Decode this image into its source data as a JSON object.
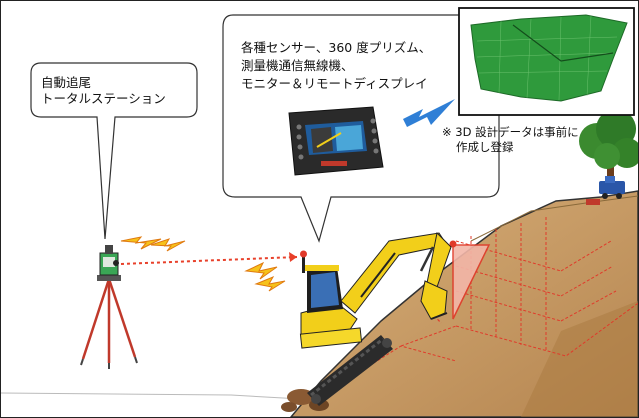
{
  "station": {
    "label_line1": "自動追尾",
    "label_line2": "トータルステーション"
  },
  "equipment": {
    "line1": "各種センサー、360 度プリズム、",
    "line2": "測量機通信無線機、",
    "line3": "モニター＆リモートディスプレイ"
  },
  "design_data": {
    "note_line1": "※ 3D 設計データは事前に",
    "note_line2": "作成し登録"
  },
  "colors": {
    "laser": "#e8402a",
    "excavator": "#f2cf1a",
    "design_mesh": "#2f9a3c",
    "arrow": "#2f7fd6",
    "slope": "#c89b5e"
  }
}
